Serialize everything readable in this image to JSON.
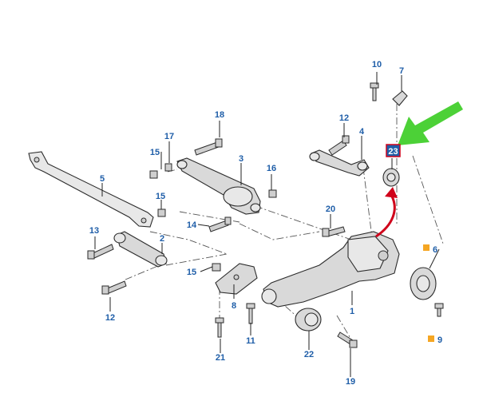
{
  "colors": {
    "callout_text": "#1f5ea8",
    "highlight_box": "#d0021b",
    "highlight_fill": "#1f5ea8",
    "marker_orange": "#f5a623",
    "red_arrow": "#d0021b",
    "green_arrow": "#4cd137"
  },
  "callouts": [
    {
      "id": "c1",
      "label": "1"
    },
    {
      "id": "c2",
      "label": "2"
    },
    {
      "id": "c3",
      "label": "3"
    },
    {
      "id": "c4",
      "label": "4"
    },
    {
      "id": "c5",
      "label": "5"
    },
    {
      "id": "c6",
      "label": "6",
      "marked": true
    },
    {
      "id": "c7",
      "label": "7"
    },
    {
      "id": "c8",
      "label": "8"
    },
    {
      "id": "c9",
      "label": "9",
      "marked": true
    },
    {
      "id": "c10",
      "label": "10"
    },
    {
      "id": "c11",
      "label": "11"
    },
    {
      "id": "c12a",
      "label": "12"
    },
    {
      "id": "c12b",
      "label": "12"
    },
    {
      "id": "c13",
      "label": "13"
    },
    {
      "id": "c14",
      "label": "14"
    },
    {
      "id": "c15a",
      "label": "15"
    },
    {
      "id": "c15b",
      "label": "15"
    },
    {
      "id": "c15c",
      "label": "15"
    },
    {
      "id": "c16",
      "label": "16"
    },
    {
      "id": "c17",
      "label": "17"
    },
    {
      "id": "c18",
      "label": "18"
    },
    {
      "id": "c19",
      "label": "19"
    },
    {
      "id": "c20",
      "label": "20"
    },
    {
      "id": "c21",
      "label": "21"
    },
    {
      "id": "c22",
      "label": "22"
    },
    {
      "id": "c23",
      "label": "23",
      "highlighted": true
    }
  ]
}
